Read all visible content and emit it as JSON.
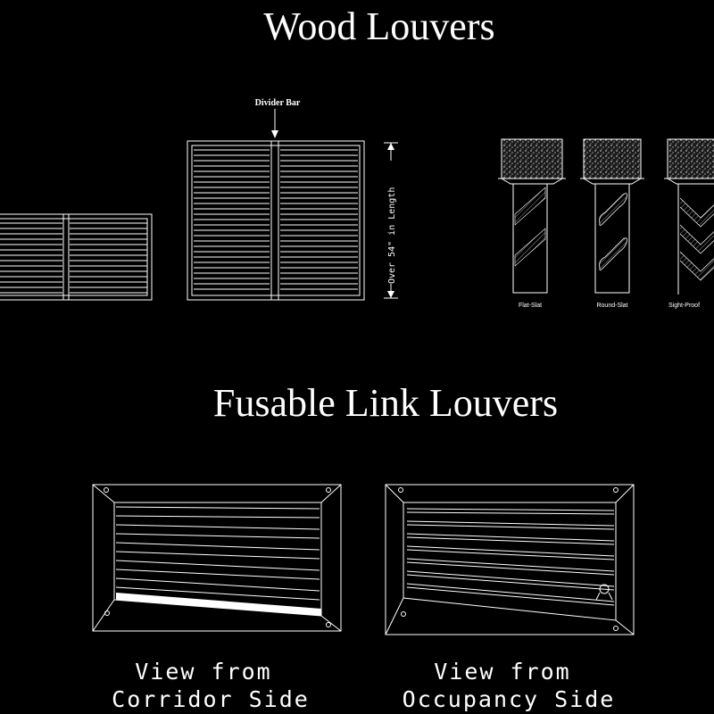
{
  "titles": {
    "wood": "Wood Louvers",
    "fusable": "Fusable Link Louvers"
  },
  "wood_louvers": {
    "divider_label": "Divider Bar",
    "dimension_label": "Over 54\" in Length",
    "sections": {
      "flat": "Flat-Slat",
      "round": "Round-Slat",
      "sight": "Sight-Proof"
    }
  },
  "fusable_louvers": {
    "corridor": {
      "line1": "View from",
      "line2": "Corridor Side"
    },
    "occupancy": {
      "line1": "View from",
      "line2": "Occupancy Side"
    }
  },
  "colors": {
    "background": "#000000",
    "line": "#ffffff",
    "fill": "#2a2a2a"
  }
}
